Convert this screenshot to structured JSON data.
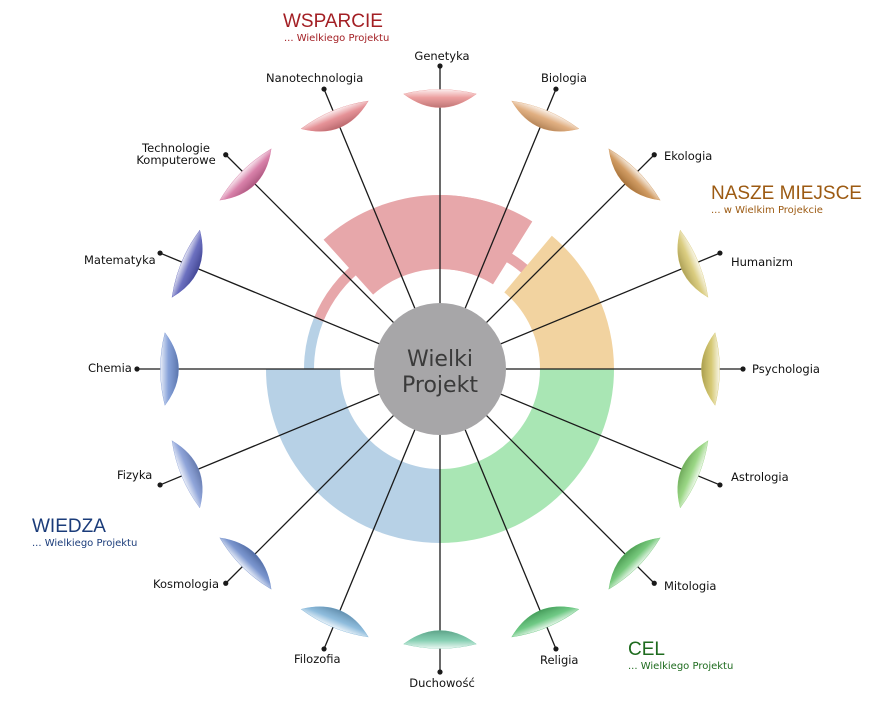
{
  "center": {
    "line1": "Wielki",
    "line2": "Projekt",
    "color": "#a7a6a8"
  },
  "quadrants": [
    {
      "id": "wsparcie",
      "title": "WSPARCIE",
      "subtitle": "... Wielkiego Projektu",
      "color": "#a31f24"
    },
    {
      "id": "nasze",
      "title": "NASZE MIEJSCE",
      "subtitle": "... w Wielkim Projekcie",
      "color": "#9c5a12"
    },
    {
      "id": "wiedza",
      "title": "WIEDZA",
      "subtitle": "... Wielkiego Projektu",
      "color": "#1b3c7a"
    },
    {
      "id": "cel",
      "title": "CEL",
      "subtitle": "... Wielkiego Projektu",
      "color": "#1e6b1e"
    }
  ],
  "ring_colors": {
    "red": "#e7a7aa",
    "orange": "#f2d3a0",
    "blue": "#b7d1e6",
    "green": "#a9e6b4"
  },
  "disciplines": [
    {
      "label": "Genetyka",
      "color": "#e88e8e"
    },
    {
      "label": "Biologia",
      "color": "#dba16b"
    },
    {
      "label": "Ekologia",
      "color": "#c98a47"
    },
    {
      "label": "Humanizm",
      "color": "#d4c46a"
    },
    {
      "label": "Psychologia",
      "color": "#cfc05e"
    },
    {
      "label": "Astrologia",
      "color": "#88cf6f"
    },
    {
      "label": "Mitologia",
      "color": "#5ebf65"
    },
    {
      "label": "Religia",
      "color": "#56c070"
    },
    {
      "label": "Duchowość",
      "color": "#72c7a6"
    },
    {
      "label": "Filozofia",
      "color": "#7ab0d6"
    },
    {
      "label": "Kosmologia",
      "color": "#6484c7"
    },
    {
      "label": "Fizyka",
      "color": "#7b94d2"
    },
    {
      "label": "Chemia",
      "color": "#6f8fd1"
    },
    {
      "label": "Matematyka",
      "color": "#5257b5"
    },
    {
      "label": "Technologie Komputerowe",
      "color": "#d16a9a"
    },
    {
      "label": "Nanotechnologia",
      "color": "#e17f85"
    }
  ]
}
